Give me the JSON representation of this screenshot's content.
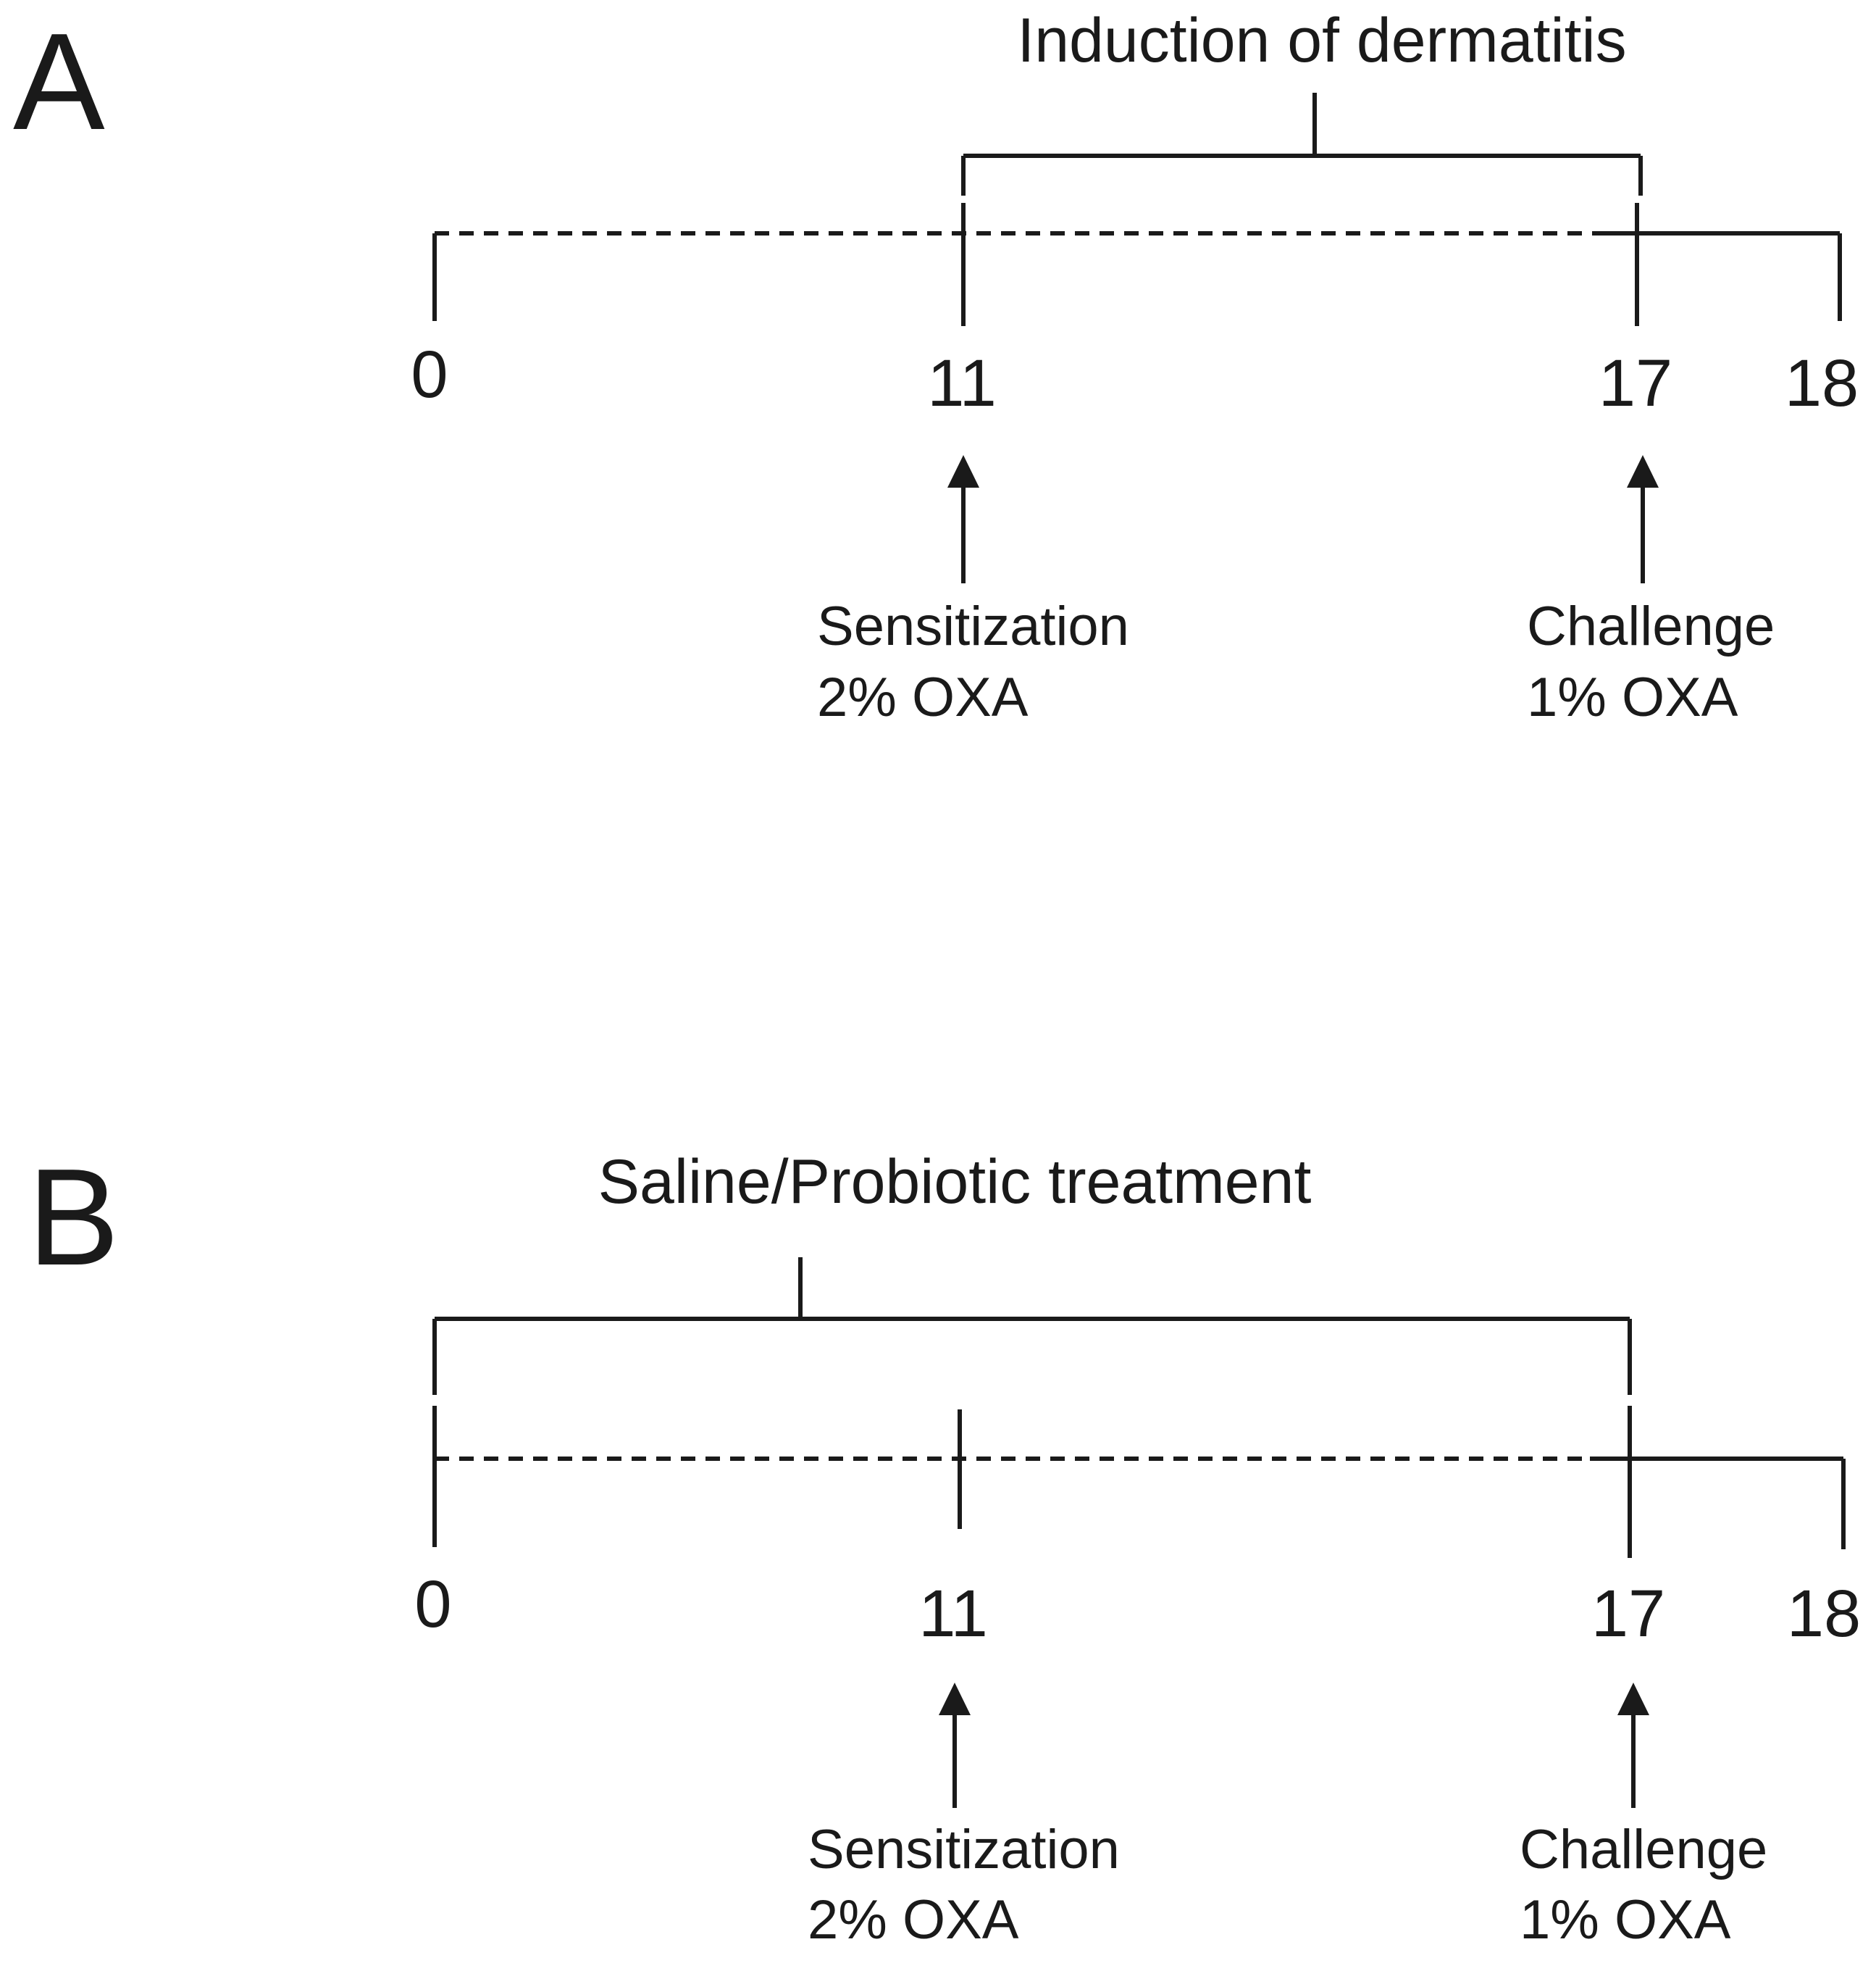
{
  "panels": [
    {
      "id": "A",
      "label": "A",
      "bracket_label": "Induction of dermatitis",
      "ticks": [
        "0",
        "11",
        "17",
        "18"
      ],
      "events": [
        {
          "line1": "Sensitization",
          "line2": "2% OXA"
        },
        {
          "line1": "Challenge",
          "line2": "1% OXA"
        }
      ]
    },
    {
      "id": "B",
      "label": "B",
      "bracket_label": "Saline/Probiotic treatment",
      "ticks": [
        "0",
        "11",
        "17",
        "18"
      ],
      "events": [
        {
          "line1": "Sensitization",
          "line2": "2% OXA"
        },
        {
          "line1": "Challenge",
          "line2": "1% OXA"
        }
      ]
    }
  ]
}
